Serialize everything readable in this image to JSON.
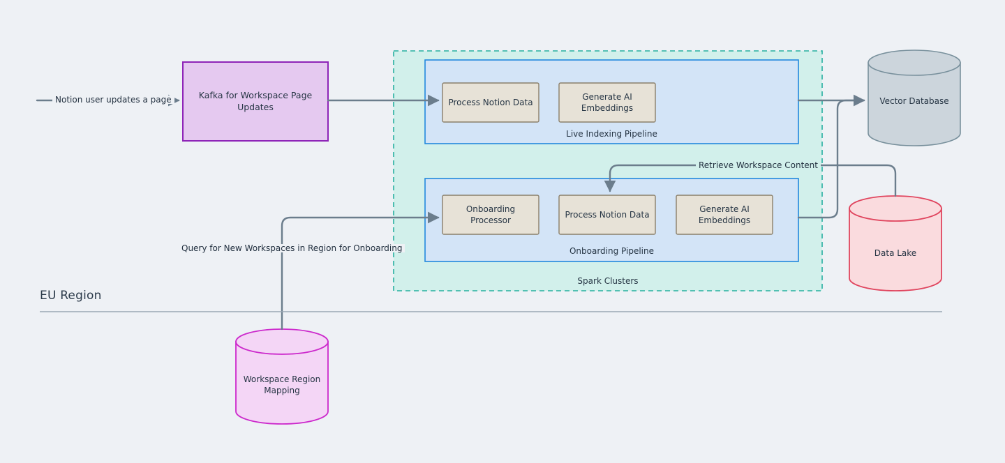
{
  "diagram": {
    "type": "architecture-flow",
    "background_color": "#eef1f5",
    "region": {
      "title": "EU Region",
      "divider_color": "#9aa7b4"
    },
    "groups": [
      {
        "id": "spark-clusters",
        "label": "Spark Clusters",
        "fill": "#d2f0eb",
        "stroke": "#26b0a0",
        "stroke_style": "dashed"
      },
      {
        "id": "live-indexing-pipeline",
        "label": "Live Indexing Pipeline",
        "fill": "#d3e4f7",
        "stroke": "#2288dd",
        "stroke_style": "solid"
      },
      {
        "id": "onboarding-pipeline",
        "label": "Onboarding Pipeline",
        "fill": "#d3e4f7",
        "stroke": "#2288dd",
        "stroke_style": "solid"
      }
    ],
    "nodes": [
      {
        "id": "kafka",
        "label": "Kafka for Workspace Page Updates",
        "shape": "rect",
        "fill": "#e5c9f0",
        "stroke": "#8e24b8"
      },
      {
        "id": "live-process-notion-data",
        "label": "Process Notion Data",
        "shape": "rect",
        "fill": "#e7e2d7",
        "stroke": "#8a7f6a"
      },
      {
        "id": "live-generate-ai-embeddings",
        "label": "Generate AI Embeddings",
        "shape": "rect",
        "fill": "#e7e2d7",
        "stroke": "#8a7f6a"
      },
      {
        "id": "onboarding-processor",
        "label": "Onboarding Processor",
        "shape": "rect",
        "fill": "#e7e2d7",
        "stroke": "#8a7f6a"
      },
      {
        "id": "onboarding-process-notion-data",
        "label": "Process Notion Data",
        "shape": "rect",
        "fill": "#e7e2d7",
        "stroke": "#8a7f6a"
      },
      {
        "id": "onboarding-generate-ai-embeddings",
        "label": "Generate AI Embeddings",
        "shape": "rect",
        "fill": "#e7e2d7",
        "stroke": "#8a7f6a"
      },
      {
        "id": "vector-database",
        "label": "Vector Database",
        "shape": "cylinder",
        "fill": "#ccd5dc",
        "stroke": "#78909c"
      },
      {
        "id": "data-lake",
        "label": "Data Lake",
        "shape": "cylinder",
        "fill": "#fadbde",
        "stroke": "#e0455e"
      },
      {
        "id": "workspace-region-mapping",
        "label": "Workspace Region Mapping",
        "shape": "cylinder",
        "fill": "#f4d6f6",
        "stroke": "#cc29cc"
      }
    ],
    "edges": [
      {
        "id": "notion-user-updates",
        "label": "Notion user updates a page",
        "from": "external-user",
        "to": "kafka"
      },
      {
        "id": "kafka-to-live-pipeline",
        "label": "",
        "from": "kafka",
        "to": "live-process-notion-data"
      },
      {
        "id": "live-pipeline-to-vector-db",
        "label": "",
        "from": "live-indexing-pipeline",
        "to": "vector-database"
      },
      {
        "id": "onboarding-pipeline-to-vector-db",
        "label": "",
        "from": "onboarding-pipeline",
        "to": "vector-database"
      },
      {
        "id": "retrieve-workspace-content",
        "label": "Retrieve Workspace Content",
        "from": "data-lake",
        "to": "onboarding-process-notion-data"
      },
      {
        "id": "query-new-workspaces",
        "label": "Query for New Workspaces in Region for Onboarding",
        "from": "workspace-region-mapping",
        "to": "onboarding-processor"
      }
    ],
    "edge_color": "#6b7d8c"
  }
}
